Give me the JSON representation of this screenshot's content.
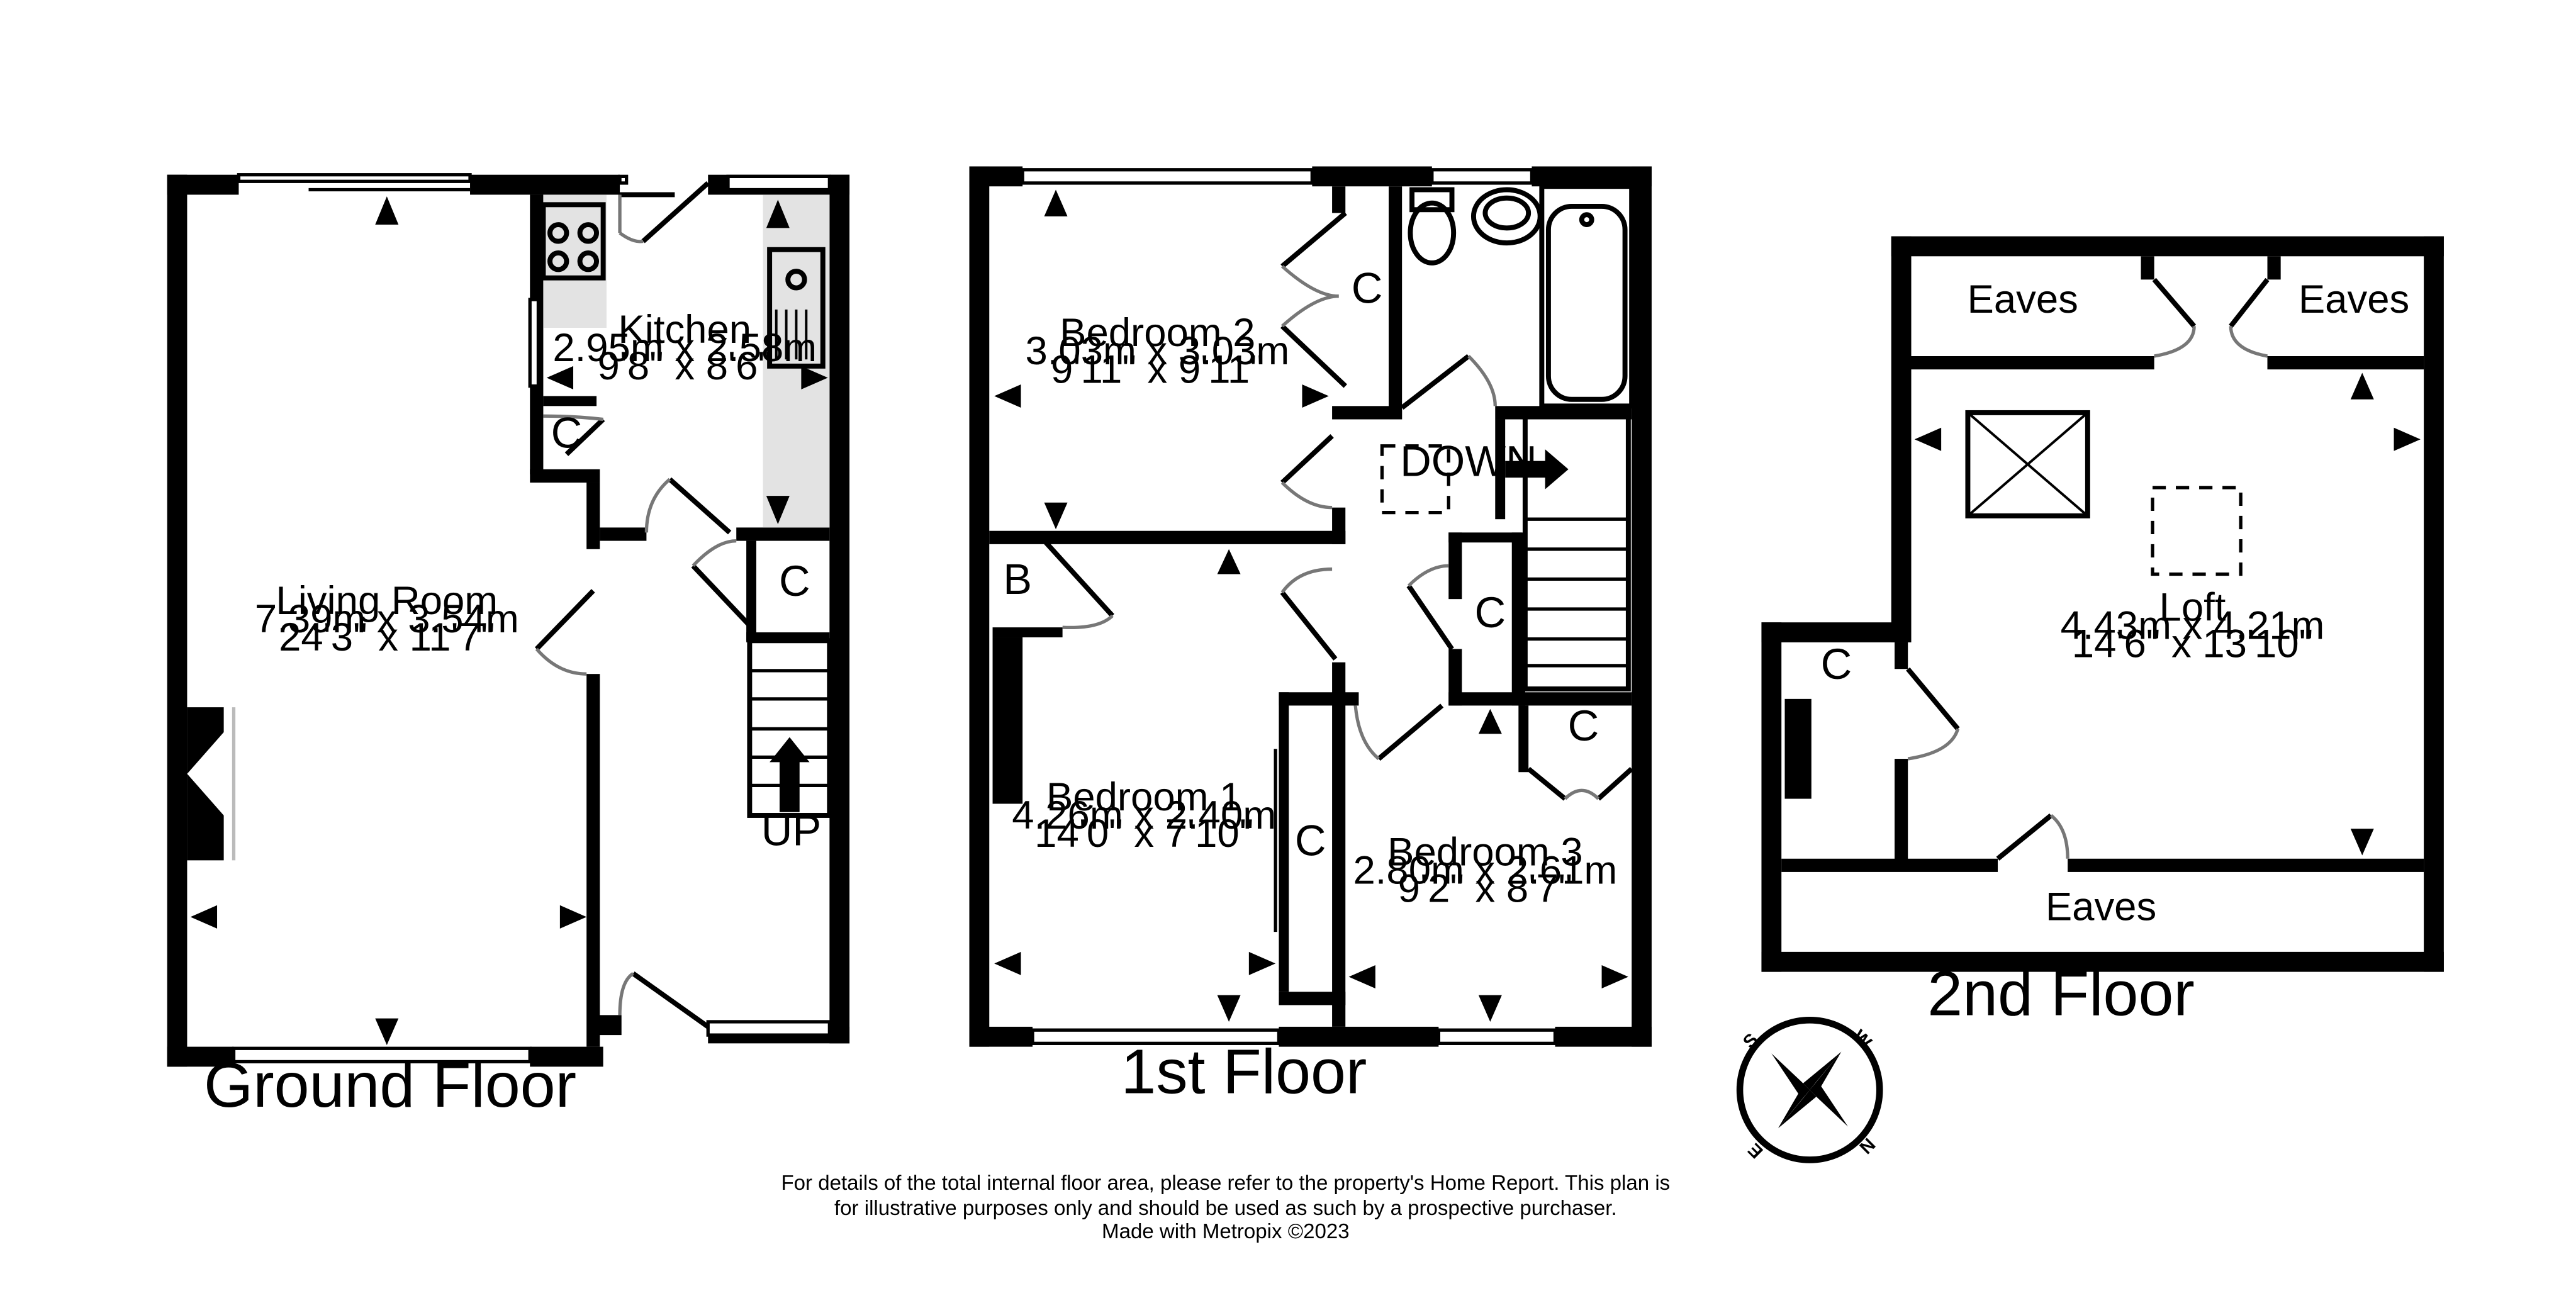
{
  "ground_floor": {
    "title": "Ground Floor",
    "living_room": {
      "name": "Living Room",
      "metric": "7.39m  x 3.54m",
      "imperial": "24'3\"  x 11'7\""
    },
    "kitchen": {
      "name": "Kitchen",
      "metric": "2.95m  x 2.58m",
      "imperial": "9'8\"  x 8'6\""
    },
    "cupboard_1": "C",
    "cupboard_2": "C",
    "stairs_label": "UP"
  },
  "first_floor": {
    "title": "1st Floor",
    "bedroom_1": {
      "name": "Bedroom 1",
      "metric": "4.26m  x 2.40m",
      "imperial": "14'0\"  x 7'10\""
    },
    "bedroom_2": {
      "name": "Bedroom 2",
      "metric": "3.03m  x 3.03m",
      "imperial": "9'11\"  x 9'11\""
    },
    "bedroom_3": {
      "name": "Bedroom 3",
      "metric": "2.80m  x 2.61m",
      "imperial": "9'2\"  x 8'7\""
    },
    "boiler_label": "B",
    "cupboard_bed2": "C",
    "cupboard_landing": "C",
    "cupboard_bed1": "C",
    "cupboard_bed3": "C",
    "stairs_label": "DOWN"
  },
  "second_floor": {
    "title": "2nd Floor",
    "loft": {
      "name": "Loft",
      "metric": "4.43m  x 4.21m",
      "imperial": "14'6\"  x 13'10\""
    },
    "eaves_left": "Eaves",
    "eaves_right": "Eaves",
    "eaves_bottom": "Eaves",
    "cupboard": "C"
  },
  "compass": {
    "n": "N",
    "s": "S",
    "e": "E",
    "w": "W"
  },
  "footer": {
    "line1": "For details of the total internal floor area, please refer to the property's Home Report. This plan is",
    "line2": "for illustrative purposes only and should be used as such by a prospective purchaser.",
    "line3": "Made with Metropix ©2023"
  }
}
